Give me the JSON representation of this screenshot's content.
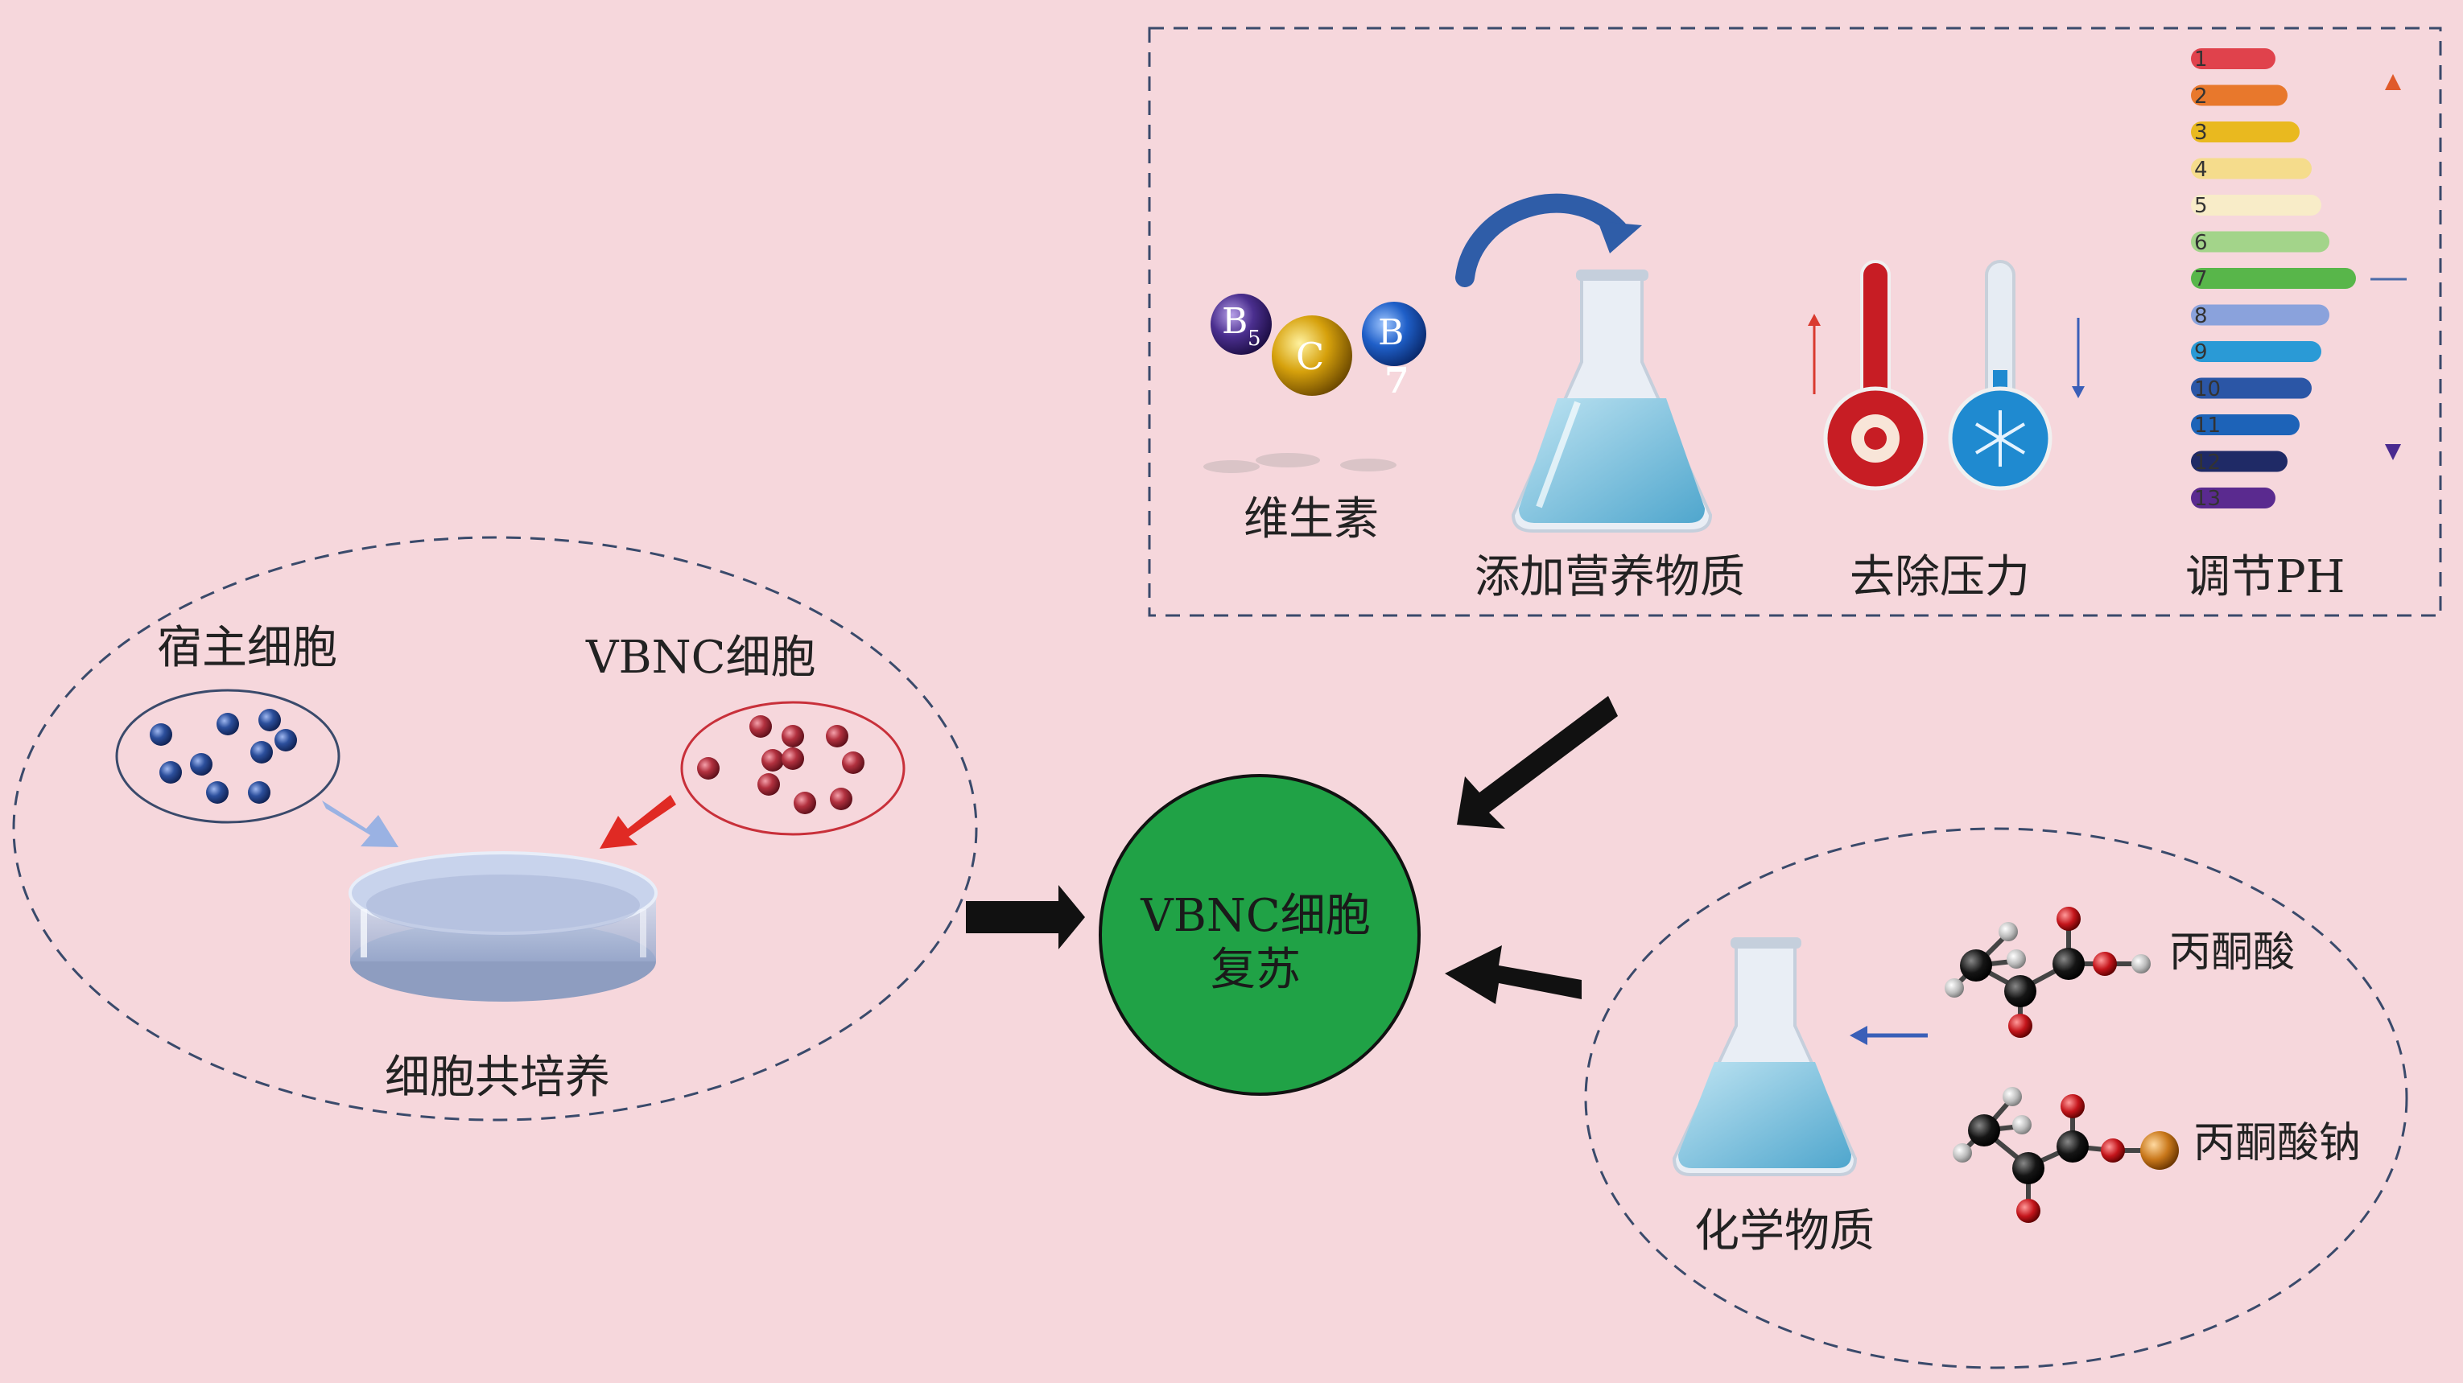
{
  "labels": {
    "vitamins": "维生素",
    "add_nutrients": "添加营养物质",
    "remove_stress": "去除压力",
    "adjust_ph": "调节PH",
    "host_cells": "宿主细胞",
    "vbnc_cells": "VBNC细胞",
    "co_culture": "细胞共培养",
    "resuscitation_line1": "VBNC细胞",
    "resuscitation_line2": "复苏",
    "chemicals": "化学物质",
    "pyruvic_acid": "丙酮酸",
    "sodium_pyruvate": "丙酮酸钠"
  },
  "vitamin_badges": {
    "b5_letter": "B",
    "b5_sub": "5",
    "c_letter": "C",
    "b7_letter": "B",
    "b7_sub": "7"
  },
  "ph_scale": {
    "values": [
      "1",
      "2",
      "3",
      "4",
      "5",
      "6",
      "7",
      "8",
      "9",
      "10",
      "11",
      "12",
      "13"
    ],
    "colors": [
      "#e0424c",
      "#e8782c",
      "#e9b91f",
      "#f5dc8c",
      "#f8ecc8",
      "#a3d48a",
      "#58b64a",
      "#8aa2dc",
      "#2a9ad6",
      "#2b56a6",
      "#1d63b8",
      "#1f2a66",
      "#5a2a8f"
    ]
  },
  "colors": {
    "background": "#f6d7dc",
    "resuscitation_circle": "#20a246",
    "host_cell": "#2c4f9c",
    "vbnc_cell": "#b2313f",
    "arrow": "#111111",
    "up_arrow": "#d93a2f",
    "down_arrow": "#3a5fb8"
  },
  "icons": [
    "flask-icon",
    "thermometer-hot-icon",
    "thermometer-cold-icon",
    "petri-dish-icon",
    "molecule-icon",
    "curved-arrow-icon"
  ]
}
